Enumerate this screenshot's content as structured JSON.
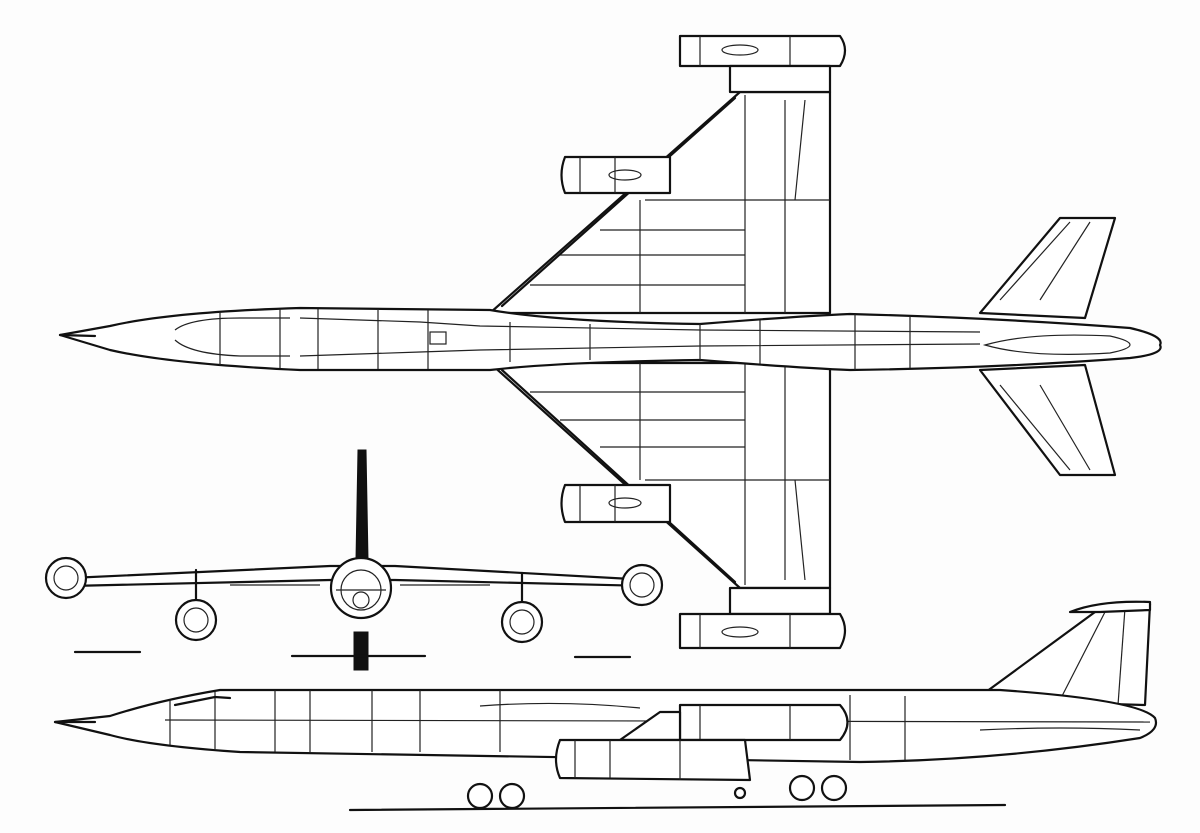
{
  "drawing": {
    "views": [
      "top-view",
      "front-view",
      "side-view"
    ],
    "line_color": "#111111",
    "background_color": "#fdfdfd"
  }
}
